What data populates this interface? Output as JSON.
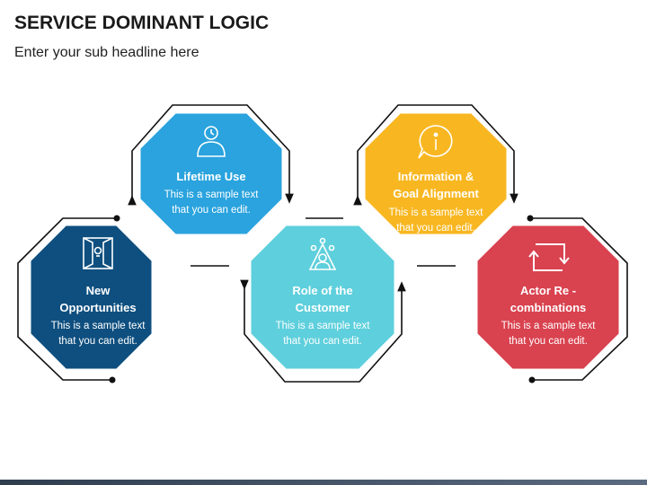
{
  "header": {
    "title": "SERVICE DOMINANT LOGIC",
    "subtitle": "Enter your sub headline here"
  },
  "items": [
    {
      "title_lines": [
        "New",
        "Opportunities"
      ],
      "body_lines": [
        "This is a sample text",
        "that you can edit."
      ],
      "color": "#0e4f7f",
      "icon": "door-idea-icon"
    },
    {
      "title_lines": [
        "Lifetime Use"
      ],
      "body_lines": [
        "This is a sample text",
        "that you can edit."
      ],
      "color": "#2aa3de",
      "icon": "person-clock-icon"
    },
    {
      "title_lines": [
        "Role of the",
        "Customer"
      ],
      "body_lines": [
        "This is a sample text",
        "that you can edit."
      ],
      "color": "#5ecfdc",
      "icon": "person-network-icon"
    },
    {
      "title_lines": [
        "Information &",
        "Goal Alignment"
      ],
      "body_lines": [
        "This is a sample text",
        "that you can edit."
      ],
      "color": "#f8b721",
      "icon": "info-bubble-icon"
    },
    {
      "title_lines": [
        "Actor Re -",
        "combinations"
      ],
      "body_lines": [
        "This is a sample text",
        "that you can edit."
      ],
      "color": "#d9424f",
      "icon": "cycle-arrows-icon"
    }
  ]
}
